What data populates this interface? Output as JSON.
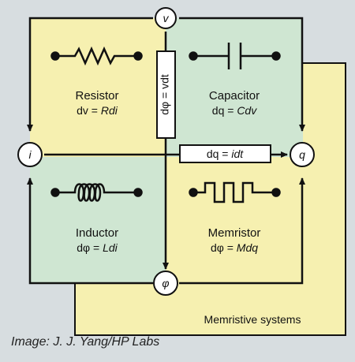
{
  "nodes": {
    "v": "v",
    "i": "i",
    "q": "q",
    "phi": "φ"
  },
  "cells": {
    "resistor": {
      "name": "Resistor",
      "eq_lhs": "dv = ",
      "eq_var": "Rdi"
    },
    "capacitor": {
      "name": "Capacitor",
      "eq_lhs": "dq = ",
      "eq_var": "Cdv"
    },
    "inductor": {
      "name": "Inductor",
      "eq_lhs": "dφ = ",
      "eq_var": "Ldi"
    },
    "memristor": {
      "name": "Memristor",
      "eq_lhs": "dφ = ",
      "eq_var": "Mdq"
    }
  },
  "links": {
    "vertical": "dφ = vdt",
    "horizontal_lhs": "dq = ",
    "horizontal_var": "idt"
  },
  "system_label": "Memristive systems",
  "caption": "Image: J. J. Yang/HP Labs",
  "colors": {
    "yellow": "#f6f0b0",
    "green": "#cfe6d2",
    "line": "#111111",
    "background": "#d7dde0"
  }
}
